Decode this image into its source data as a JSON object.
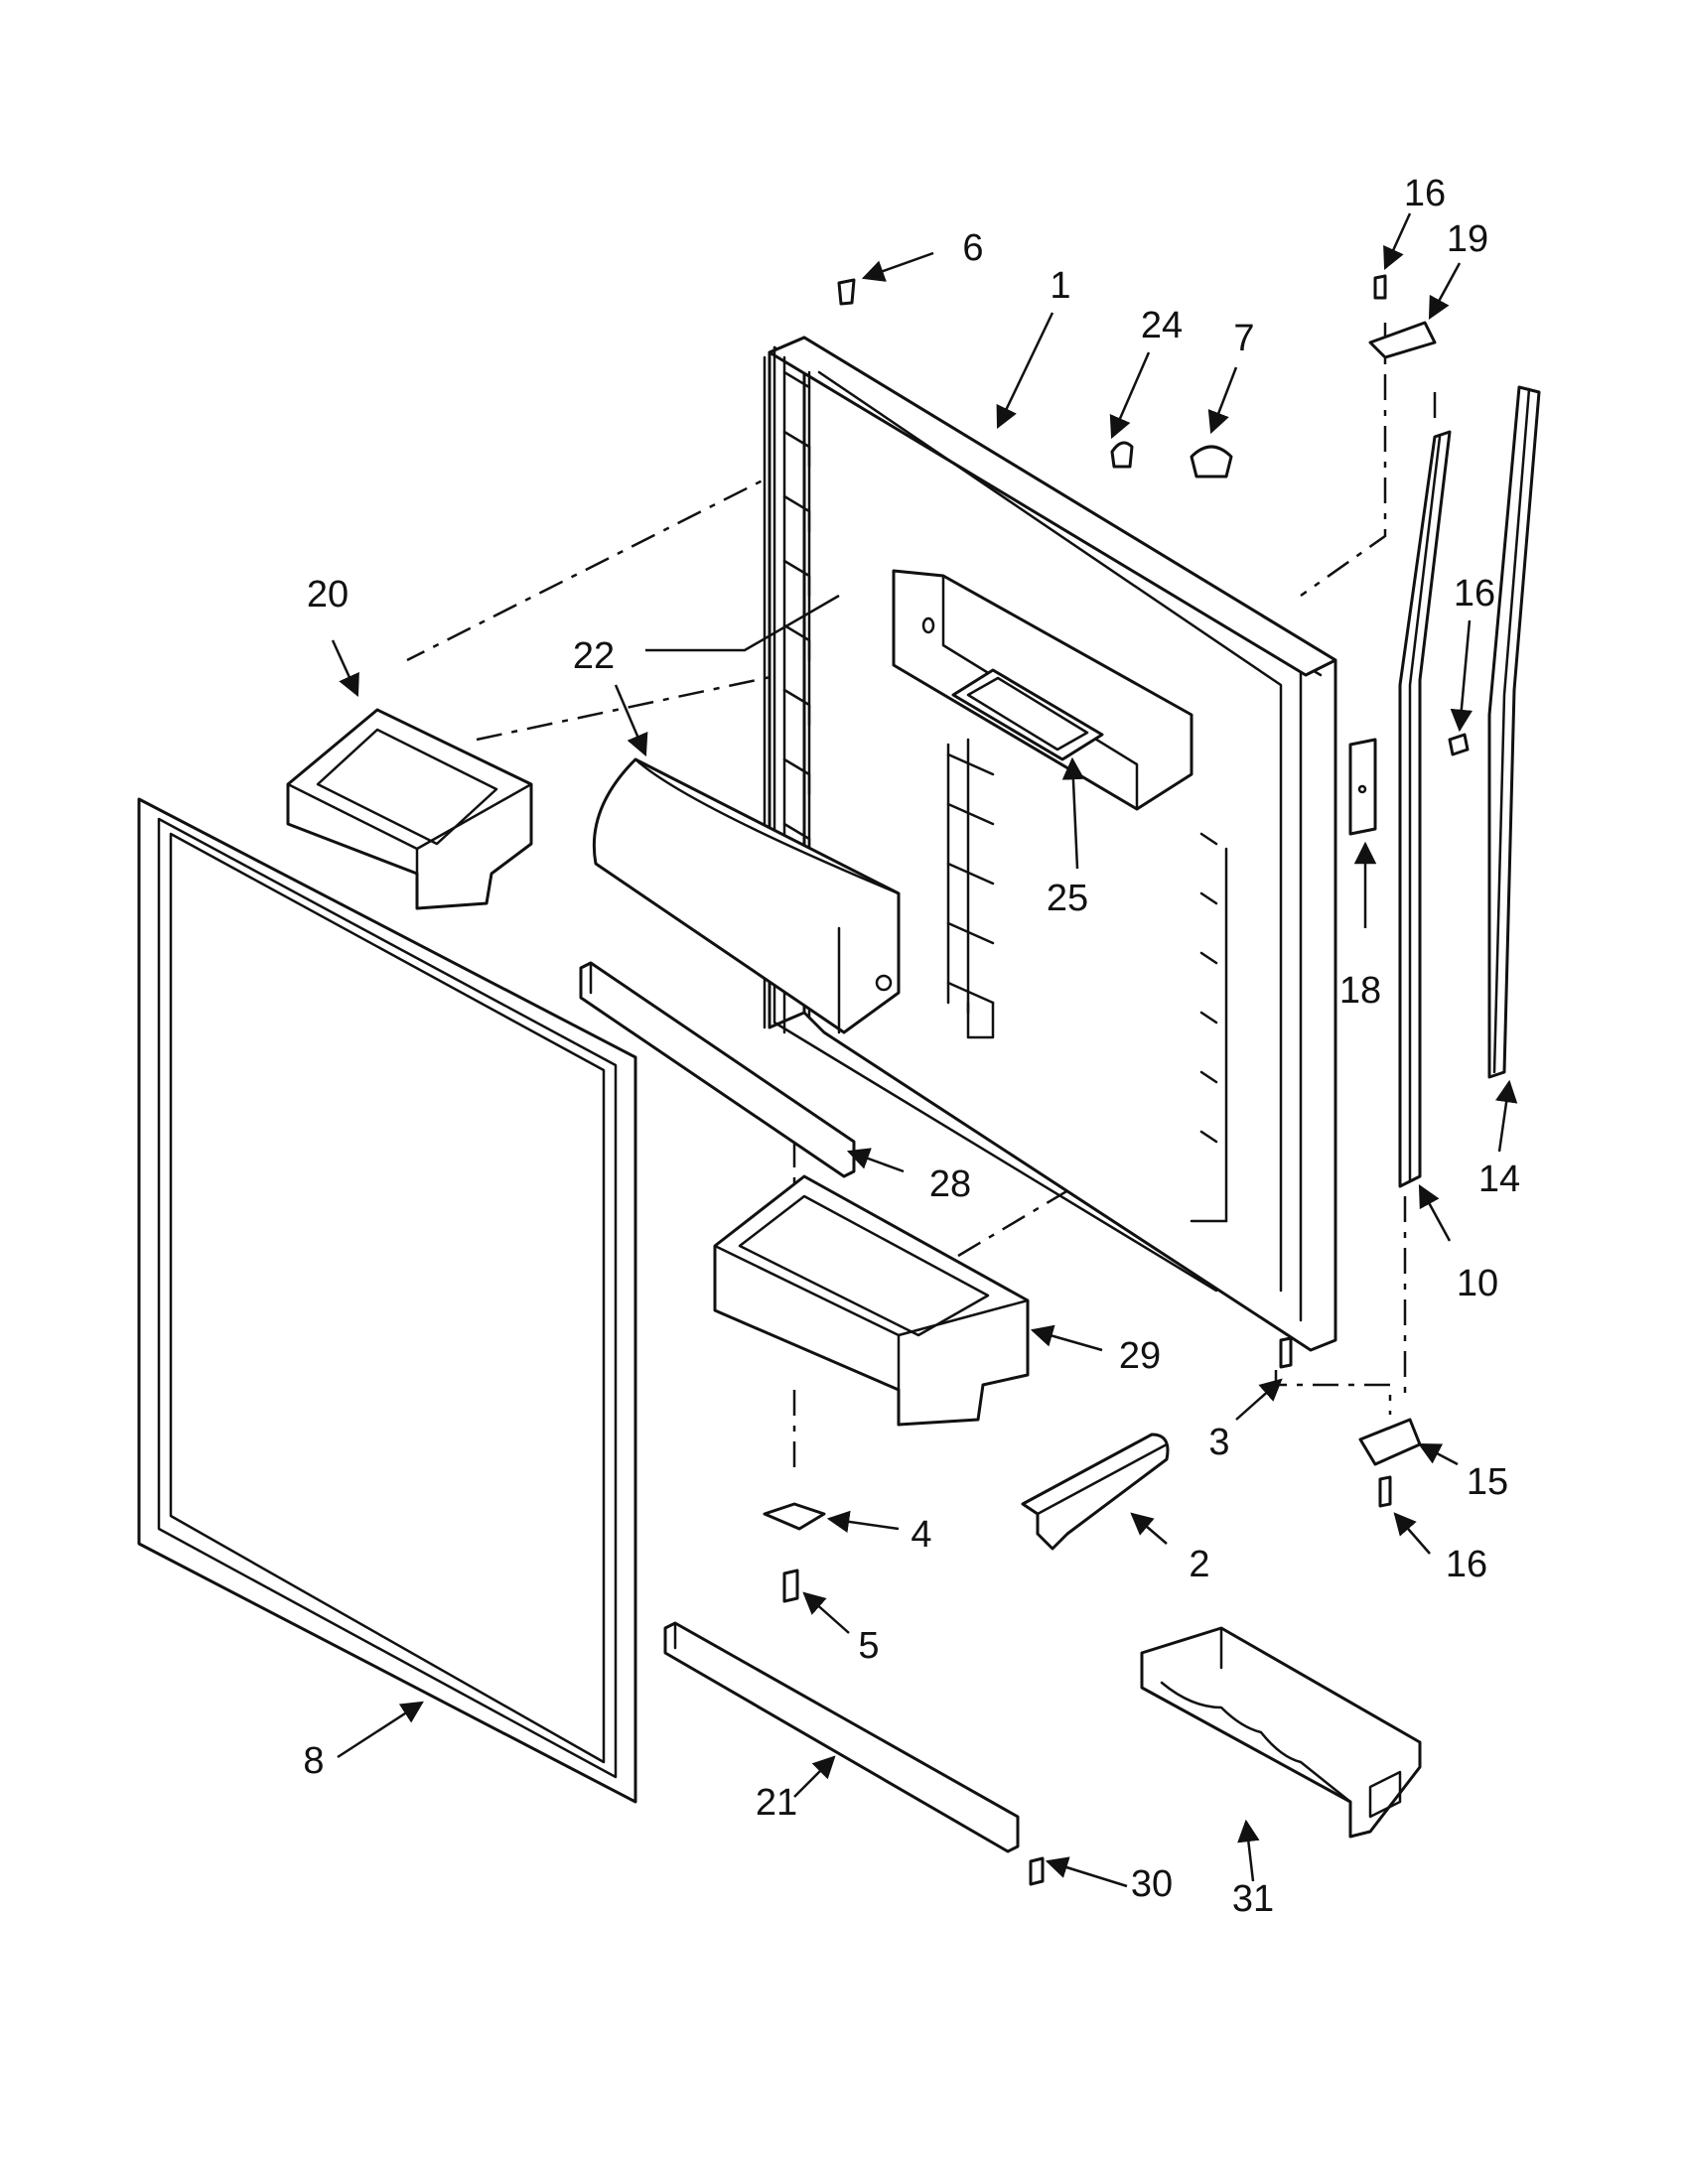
{
  "callouts": [
    {
      "id": "c1",
      "label": "1"
    },
    {
      "id": "c2",
      "label": "2"
    },
    {
      "id": "c3",
      "label": "3"
    },
    {
      "id": "c4",
      "label": "4"
    },
    {
      "id": "c5",
      "label": "5"
    },
    {
      "id": "c6",
      "label": "6"
    },
    {
      "id": "c7",
      "label": "7"
    },
    {
      "id": "c8",
      "label": "8"
    },
    {
      "id": "c10",
      "label": "10"
    },
    {
      "id": "c14",
      "label": "14"
    },
    {
      "id": "c15",
      "label": "15"
    },
    {
      "id": "c16a",
      "label": "16"
    },
    {
      "id": "c16b",
      "label": "16"
    },
    {
      "id": "c16c",
      "label": "16"
    },
    {
      "id": "c18",
      "label": "18"
    },
    {
      "id": "c19",
      "label": "19"
    },
    {
      "id": "c20",
      "label": "20"
    },
    {
      "id": "c21",
      "label": "21"
    },
    {
      "id": "c22",
      "label": "22"
    },
    {
      "id": "c24",
      "label": "24"
    },
    {
      "id": "c25",
      "label": "25"
    },
    {
      "id": "c28",
      "label": "28"
    },
    {
      "id": "c29",
      "label": "29"
    },
    {
      "id": "c30",
      "label": "30"
    },
    {
      "id": "c31",
      "label": "31"
    }
  ]
}
